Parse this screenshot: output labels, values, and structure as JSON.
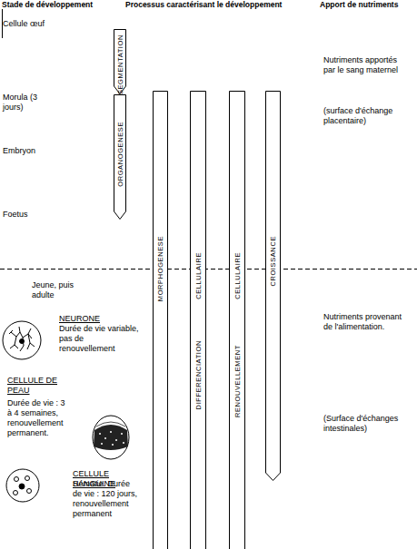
{
  "diagram": {
    "nodes": [
      {
        "text": [
          "SEGMENTATION"
        ]
      },
      {
        "text": [
          "ORGANOGENESE"
        ]
      },
      {
        "text": [
          "MORPHOGENESE"
        ]
      },
      {
        "text": [
          "DIFFERENCIATION",
          "CELLULAIRE"
        ]
      },
      {
        "text": [
          "RENOUVELLEMENT",
          "CELLULAIRE"
        ]
      },
      {
        "text": [
          "CROISSANCE"
        ]
      }
    ],
    "labels": [
      "Stade de développement",
      "Processus caractérisant le développement",
      "Apport de nutriments",
      "Cellule œuf",
      "Morula (3 jours)",
      "Embryon",
      "Foetus",
      "Jeune, puis adulte",
      "NEURONE",
      "Durée de vie variable, pas de renouvellement",
      "CELLULE DE PEAU",
      "Durée de vie : 3 à 4 semaines, renouvellement permanent.",
      "CELLULE SANGUINE",
      "Hématie. Durée de vie : 120 jours, renouvellement permanent",
      "Nutriments apportés par le sang maternel",
      "(surface d'échange placentaire)",
      "Nutriments provenant de l'alimentation.",
      "(Surface d'échanges intestinales)"
    ]
  }
}
